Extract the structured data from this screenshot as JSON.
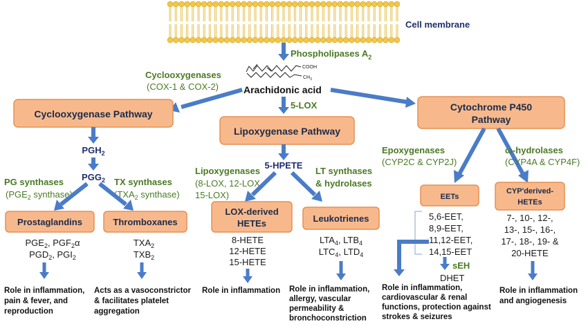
{
  "membrane": {
    "label": "Cell membrane"
  },
  "enzymes": {
    "phospholipases": "Phospholipases A",
    "phospholipases_sub": "2",
    "cox_title": "Cyclooxygenases",
    "cox_sub": "(COX-1 & COX-2)",
    "lox5": "5-LOX",
    "pg_synth": "PG synthases",
    "pg_synth_sub_a": "(PGE",
    "pg_synth_sub_n": "2",
    "pg_synth_sub_b": " synthase)",
    "tx_synth": "TX synthases",
    "tx_synth_sub_a": "(TXA",
    "tx_synth_sub_n": "2",
    "tx_synth_sub_b": " synthase)",
    "lipoxygenases": "Lipoxygenases",
    "lipox_l1": "(8-LOX, 12-LOX,",
    "lipox_l2": "15-LOX)",
    "lt_synth_l1": "LT synthases",
    "lt_synth_l2": "& hydrolases",
    "epox": "Epoxygenases",
    "epox_sub": "(CYP2C & CYP2J)",
    "omega": "ω-hydrolases",
    "omega_sub": "(CYP4A & CYP4F)",
    "seh": "sEH"
  },
  "molecule": {
    "cooh": "COOH",
    "ch3": "CH",
    "ch3_sub": "3"
  },
  "compounds": {
    "arachidonic": "Arachidonic acid",
    "pgh": "PGH",
    "pgh_sub": "2",
    "pgg": "PGG",
    "pgg_sub": "2",
    "hpete": "5-HPETE",
    "dhet": "DHET"
  },
  "pathways": {
    "cyclo": "Cyclooxygenase Pathway",
    "lipo": "Lipoxygenase Pathway",
    "cyp_l1": "Cytochrome P450",
    "cyp_l2": "Pathway"
  },
  "products": {
    "prostaglandins": "Prostaglandins",
    "thromboxanes": "Thromboxanes",
    "lox_l1": "LOX-derived",
    "lox_l2": "HETEs",
    "leuk": "Leukotrienes",
    "eets": "EETs",
    "cyp_l1": "CYP'derived-",
    "cyp_l2": "HETEs"
  },
  "lists": {
    "pg": {
      "pge": "PGE",
      "pge_n": "2",
      "pgf": ", PGF",
      "pgf_n": "2",
      "alpha": "α",
      "pgd": "PGD",
      "pgd_n": "2",
      "pgi": ", PGI",
      "pgi_n": "2"
    },
    "tx": {
      "a": "TXA",
      "a_n": "2",
      "b": "TXB",
      "b_n": "2"
    },
    "hete": [
      "8-HETE",
      "12-HETE",
      "15-HETE"
    ],
    "lt": {
      "lta": "LTA",
      "lta_n": "4",
      "ltb": ", LTB",
      "ltb_n": "4",
      "ltc": "LTC",
      "ltc_n": "4",
      "ltd": ", LTD",
      "ltd_n": "4"
    },
    "eet": [
      "5,6-EET,",
      "8,9-EET,",
      "11,12-EET,",
      "14,15-EET"
    ],
    "cyph": [
      "7-, 10-, 12-,",
      "13-, 15-, 16-,",
      "17-, 18-, 19- &",
      "20-HETE"
    ]
  },
  "roles": {
    "r1": [
      "Role in inflammation,",
      "pain & fever, and",
      "reproduction"
    ],
    "r2": [
      "Acts as a vasoconstrictor",
      "& facilitates platelet",
      "aggregation"
    ],
    "r3": [
      "Role in inflammation"
    ],
    "r4": [
      "Role in inflammation,",
      "allergy, vascular",
      "permeability &",
      "bronchoconstriction"
    ],
    "r5": [
      "Role in inflammation,",
      "cardiovascular & renal",
      "functions, protection against",
      "strokes & seizures"
    ],
    "r6": [
      "Role in inflammation",
      "and angiogenesis"
    ]
  },
  "colors": {
    "arrow": "#4a7cc7",
    "box_fill": "#f7b98c",
    "box_stroke": "#e58f52",
    "enzyme_text": "#4a7a24",
    "compound_text": "#1f2f6b"
  }
}
